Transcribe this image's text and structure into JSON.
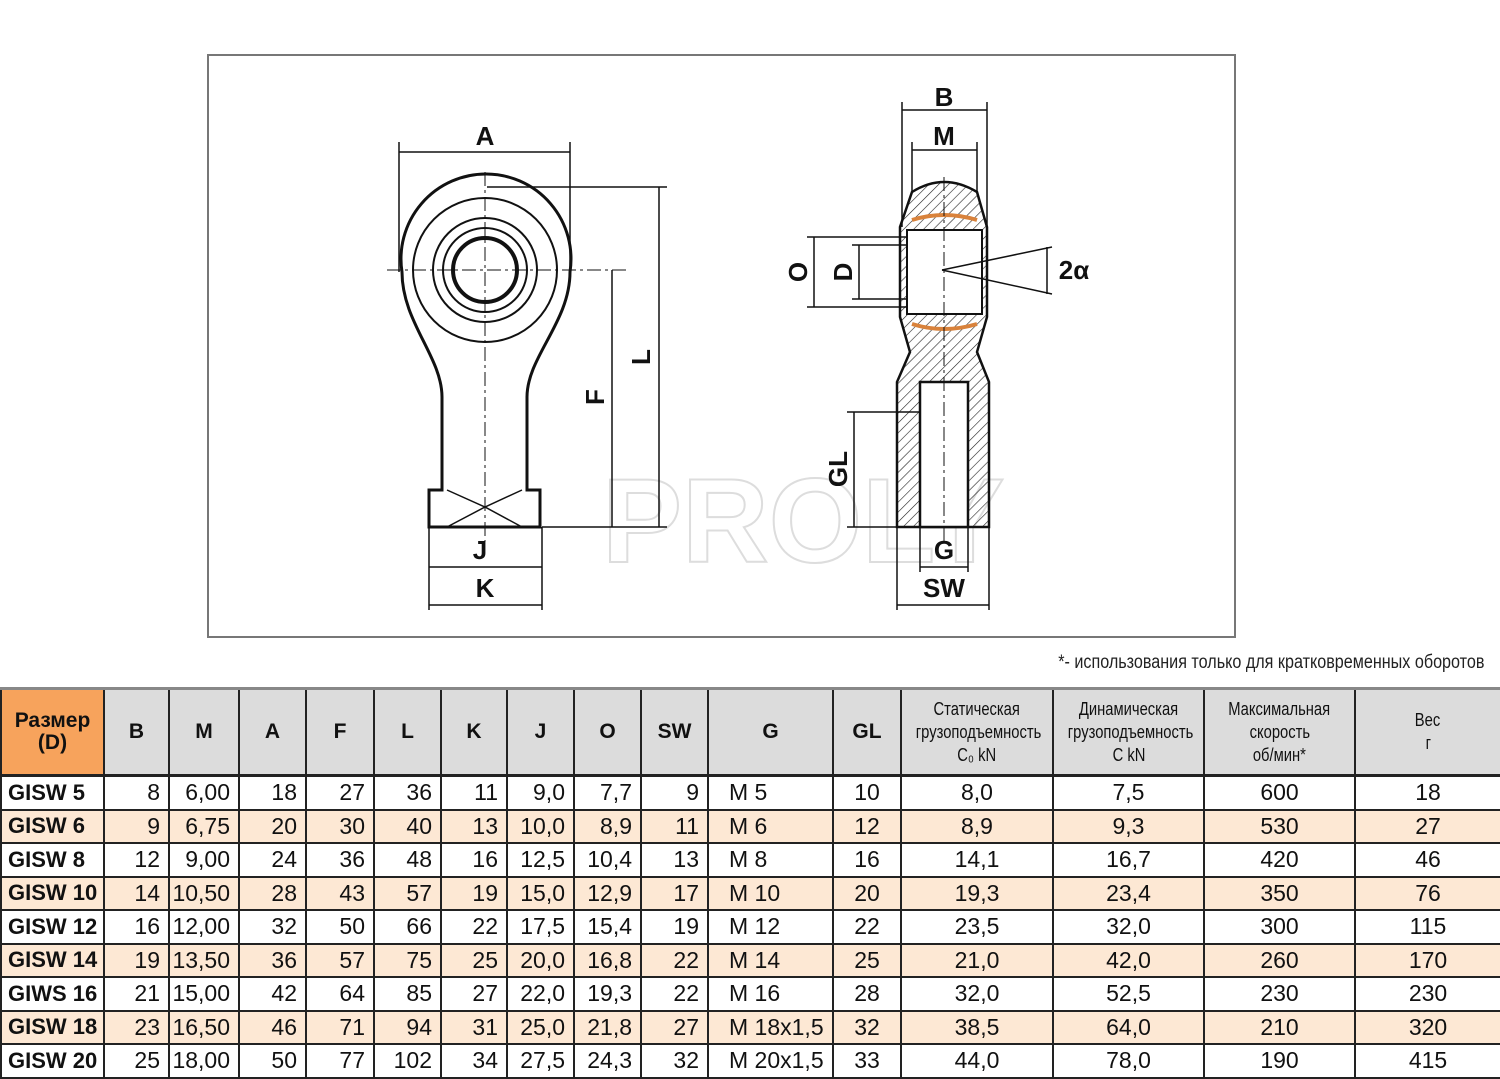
{
  "drawing": {
    "watermark": "PROLY",
    "labels": {
      "A": "A",
      "L": "L",
      "F": "F",
      "J": "J",
      "K": "K",
      "B": "B",
      "M": "M",
      "O": "O",
      "D": "D",
      "alpha": "2α",
      "GL": "GL",
      "G": "G",
      "SW": "SW"
    }
  },
  "note": "*- использования только для кратковременных оборотов",
  "table": {
    "headers": {
      "size": [
        "Размер",
        "(D)"
      ],
      "cols": [
        "B",
        "M",
        "A",
        "F",
        "L",
        "K",
        "J",
        "O",
        "SW",
        "G",
        "GL"
      ],
      "static": [
        "Статическая",
        "грузоподъемность",
        "C₀ kN"
      ],
      "dynamic": [
        "Динамическая",
        "грузоподъемность",
        "C kN"
      ],
      "speed": [
        "Максимальная",
        "скорость",
        "об/мин*"
      ],
      "weight": [
        "Вес",
        "г"
      ]
    },
    "rows": [
      [
        "GISW 5",
        "8",
        "6,00",
        "18",
        "27",
        "36",
        "11",
        "9,0",
        "7,7",
        "9",
        "M 5",
        "10",
        "8,0",
        "7,5",
        "600",
        "18"
      ],
      [
        "GISW 6",
        "9",
        "6,75",
        "20",
        "30",
        "40",
        "13",
        "10,0",
        "8,9",
        "11",
        "M 6",
        "12",
        "8,9",
        "9,3",
        "530",
        "27"
      ],
      [
        "GISW 8",
        "12",
        "9,00",
        "24",
        "36",
        "48",
        "16",
        "12,5",
        "10,4",
        "13",
        "M 8",
        "16",
        "14,1",
        "16,7",
        "420",
        "46"
      ],
      [
        "GISW 10",
        "14",
        "10,50",
        "28",
        "43",
        "57",
        "19",
        "15,0",
        "12,9",
        "17",
        "M 10",
        "20",
        "19,3",
        "23,4",
        "350",
        "76"
      ],
      [
        "GISW 12",
        "16",
        "12,00",
        "32",
        "50",
        "66",
        "22",
        "17,5",
        "15,4",
        "19",
        "M 12",
        "22",
        "23,5",
        "32,0",
        "300",
        "115"
      ],
      [
        "GISW 14",
        "19",
        "13,50",
        "36",
        "57",
        "75",
        "25",
        "20,0",
        "16,8",
        "22",
        "M 14",
        "25",
        "21,0",
        "42,0",
        "260",
        "170"
      ],
      [
        "GIWS 16",
        "21",
        "15,00",
        "42",
        "64",
        "85",
        "27",
        "22,0",
        "19,3",
        "22",
        "M 16",
        "28",
        "32,0",
        "52,5",
        "230",
        "230"
      ],
      [
        "GISW 18",
        "23",
        "16,50",
        "46",
        "71",
        "94",
        "31",
        "25,0",
        "21,8",
        "27",
        "M 18x1,5",
        "32",
        "38,5",
        "64,0",
        "210",
        "320"
      ],
      [
        "GISW 20",
        "25",
        "18,00",
        "50",
        "77",
        "102",
        "34",
        "27,5",
        "24,3",
        "32",
        "M 20x1,5",
        "33",
        "44,0",
        "78,0",
        "190",
        "415"
      ]
    ]
  }
}
